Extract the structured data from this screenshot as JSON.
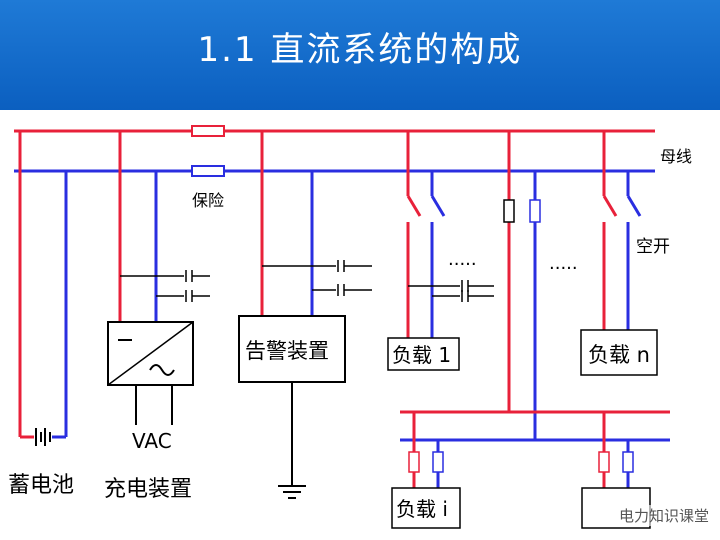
{
  "header": {
    "title": "1.1    直流系统的构成"
  },
  "labels": {
    "bus": "母线",
    "fuse": "保险",
    "breaker": "空开",
    "alarm": "告警装置",
    "battery": "蓄电池",
    "vac": "VAC",
    "charger": "充电装置",
    "load1": "负载 1",
    "loadn": "负载 n",
    "loadi": "负载 i",
    "dots_a": "·····",
    "dots_b": "·····"
  },
  "watermark": "电力知识课堂",
  "colors": {
    "positive": "#e8213a",
    "negative": "#2a2ee0",
    "header": "#0b63c4"
  }
}
